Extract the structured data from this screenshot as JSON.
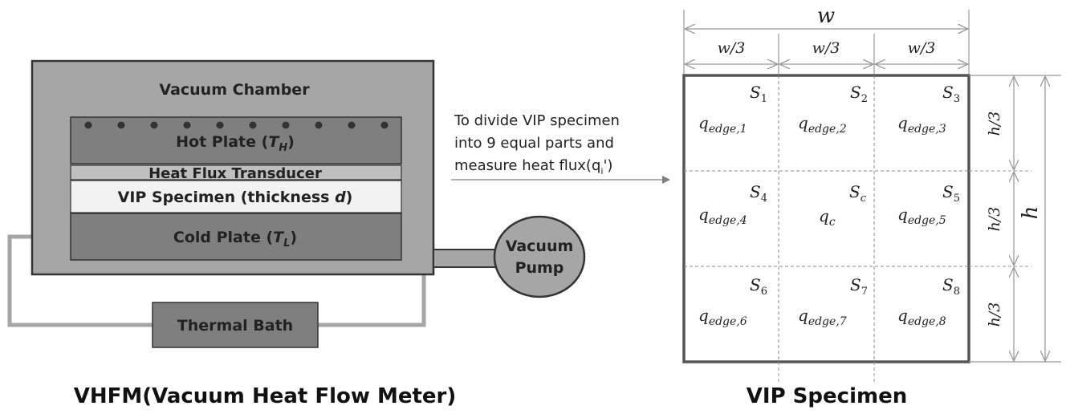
{
  "left": {
    "chamber_label": "Vacuum Chamber",
    "hot_plate_label": "Hot Plate (",
    "hot_plate_sym": "T",
    "hot_plate_sub": "H",
    "hot_plate_close": ")",
    "transducer_label": "Heat Flux Transducer",
    "specimen_label": "VIP Specimen (thickness ",
    "specimen_sym": "d",
    "specimen_close": ")",
    "cold_plate_label": "Cold Plate (",
    "cold_plate_sym": "T",
    "cold_plate_sub": "L",
    "cold_plate_close": ")",
    "bath_label": "Thermal Bath",
    "pump_line1": "Vacuum",
    "pump_line2": "Pump",
    "caption": "VHFM(Vacuum Heat Flow Meter)"
  },
  "arrow_text": {
    "line1": "To divide VIP specimen",
    "line2": "into 9 equal parts and",
    "line3": "measure heat flux(q",
    "line3_sub": "i",
    "line3_close": "')"
  },
  "right": {
    "width_label": "w",
    "third_w": "w/3",
    "height_label": "h",
    "third_h": "h/3",
    "caption": "VIP Specimen",
    "cells": [
      {
        "s": "S",
        "s_sub": "1",
        "q": "q",
        "q_sub": "edge,1"
      },
      {
        "s": "S",
        "s_sub": "2",
        "q": "q",
        "q_sub": "edge,2"
      },
      {
        "s": "S",
        "s_sub": "3",
        "q": "q",
        "q_sub": "edge,3"
      },
      {
        "s": "S",
        "s_sub": "4",
        "q": "q",
        "q_sub": "edge,4"
      },
      {
        "s": "S",
        "s_sub": "c",
        "q": "q",
        "q_sub": "c"
      },
      {
        "s": "S",
        "s_sub": "5",
        "q": "q",
        "q_sub": "edge,5"
      },
      {
        "s": "S",
        "s_sub": "6",
        "q": "q",
        "q_sub": "edge,6"
      },
      {
        "s": "S",
        "s_sub": "7",
        "q": "q",
        "q_sub": "edge,7"
      },
      {
        "s": "S",
        "s_sub": "8",
        "q": "q",
        "q_sub": "edge,8"
      }
    ]
  },
  "colors": {
    "chamber": "#a6a6a6",
    "hot_plate": "#7f7f7f",
    "transducer": "#bfbfbf",
    "specimen": "#f2f2f2",
    "cold_plate": "#7f7f7f",
    "bath": "#7f7f7f",
    "pump": "#a6a6a6",
    "dim_arrow": "#999999"
  }
}
